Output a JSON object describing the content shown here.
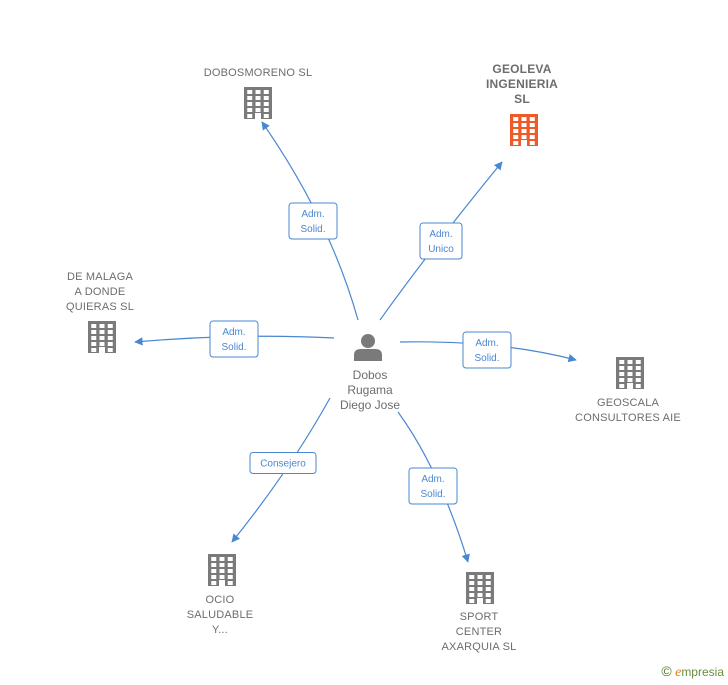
{
  "center": {
    "label_lines": [
      "Dobos",
      "Rugama",
      "Diego Jose"
    ]
  },
  "nodes": [
    {
      "id": "dobosmoreno",
      "label_lines": [
        "DOBOSMORENO SL"
      ],
      "highlight": false
    },
    {
      "id": "geoleva",
      "label_lines": [
        "GEOLEVA",
        "INGENIERIA",
        "SL"
      ],
      "highlight": true
    },
    {
      "id": "de-malaga",
      "label_lines": [
        "DE MALAGA",
        "A DONDE",
        "QUIERAS SL"
      ],
      "highlight": false
    },
    {
      "id": "geoscala",
      "label_lines": [
        "GEOSCALA",
        "CONSULTORES AIE"
      ],
      "highlight": false
    },
    {
      "id": "ocio",
      "label_lines": [
        "OCIO",
        "SALUDABLE",
        "Y..."
      ],
      "highlight": false
    },
    {
      "id": "sport-center",
      "label_lines": [
        "SPORT",
        "CENTER",
        "AXARQUIA SL"
      ],
      "highlight": false
    }
  ],
  "edges": [
    {
      "target": "dobosmoreno",
      "label_lines": [
        "Adm.",
        "Solid."
      ]
    },
    {
      "target": "geoleva",
      "label_lines": [
        "Adm.",
        "Unico"
      ]
    },
    {
      "target": "de-malaga",
      "label_lines": [
        "Adm.",
        "Solid."
      ]
    },
    {
      "target": "geoscala",
      "label_lines": [
        "Adm.",
        "Solid."
      ]
    },
    {
      "target": "ocio",
      "label_lines": [
        "Consejero"
      ]
    },
    {
      "target": "sport-center",
      "label_lines": [
        "Adm.",
        "Solid."
      ]
    }
  ],
  "colors": {
    "edge": "#4a87d0",
    "building": "#7a7a7a",
    "building_highlight": "#f05a28",
    "person": "#7a7a7a"
  },
  "icons": {
    "company": "building-icon",
    "person": "person-icon"
  },
  "footer": {
    "copyright": "©",
    "brand_initial": "e",
    "brand_rest": "mpresia"
  }
}
